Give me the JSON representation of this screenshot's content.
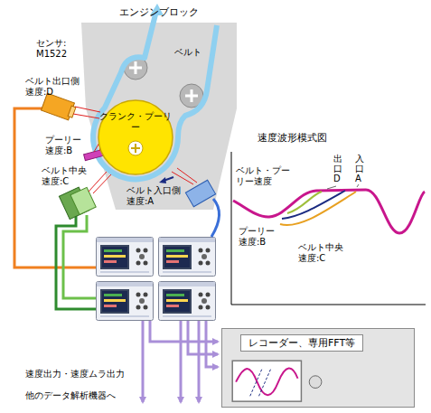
{
  "diagram": {
    "nodes": [
      {
        "text": [
          "エンジンブロック"
        ]
      },
      {
        "text": [
          "クランク・プーリー"
        ],
        "in": 0
      },
      {
        "text": [
          "レコーダー、専用FFT等"
        ]
      }
    ],
    "labels": [
      "センサ: M1522",
      "ベルト",
      "ベルト出口側 速度:D",
      "プーリー 速度:B",
      "ベルト中央 速度:C",
      "ベルト入口側 速度:A",
      "速度波形模式図",
      "ベルト・プーリー速度",
      "出口D",
      "入口A",
      "プーリー 速度:B",
      "ベルト中央 速度:C",
      "速度出力・速度ムラ出力 他のデータ解析機器へ"
    ]
  }
}
